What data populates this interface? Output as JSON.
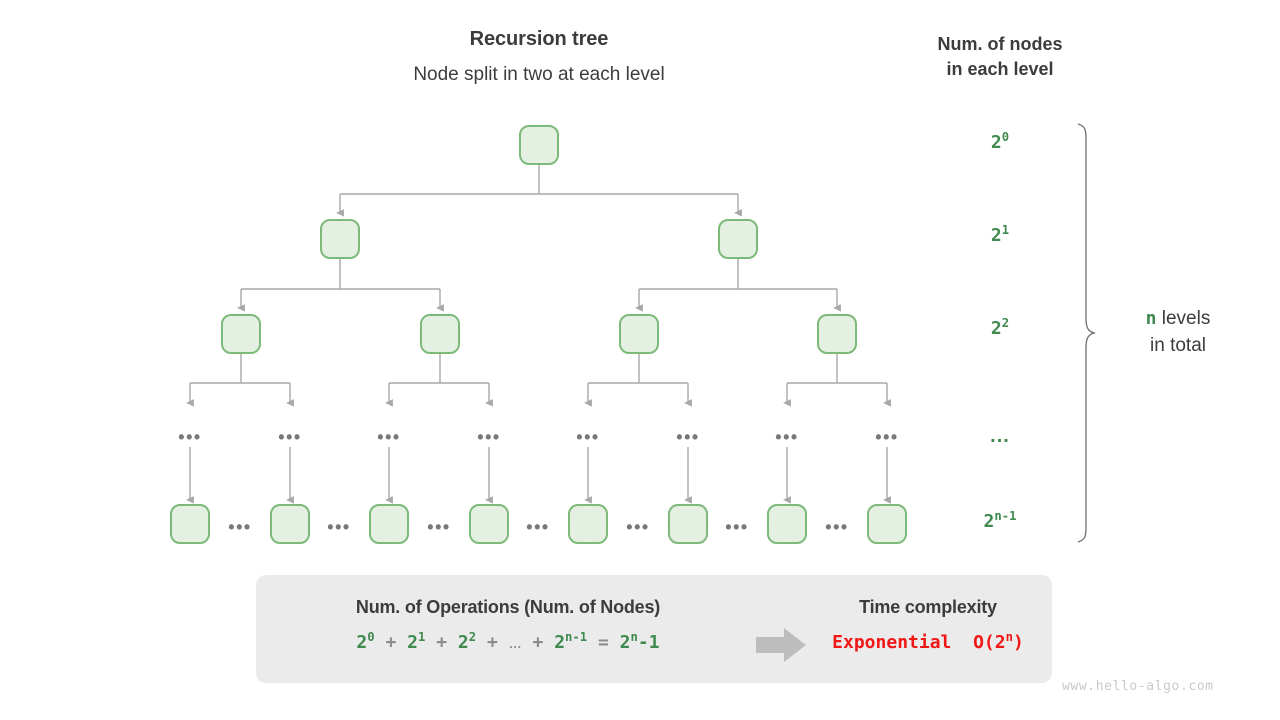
{
  "header": {
    "title": "Recursion tree",
    "subtitle": "Node split in two at each level",
    "side_title_line1": "Num. of nodes",
    "side_title_line2": "in each level"
  },
  "colors": {
    "node_fill": "#e4f0e2",
    "node_stroke": "#7dba7a",
    "connector": "#a8a8a8",
    "green_text": "#3f8a4e",
    "red_text": "#f21717",
    "dark_text": "#3c3c3c",
    "panel_bg": "#ebebeb",
    "muted": "#8a8d90",
    "watermark": "#c9c9c9"
  },
  "level_labels": [
    {
      "base": "2",
      "exp": "0",
      "is_dots": false,
      "text": "2"
    },
    {
      "base": "2",
      "exp": "1",
      "is_dots": false,
      "text": "2"
    },
    {
      "base": "2",
      "exp": "2",
      "is_dots": false,
      "text": "2"
    },
    {
      "base": "...",
      "exp": "",
      "is_dots": true,
      "text": "..."
    },
    {
      "base": "2",
      "exp": "n-1",
      "is_dots": false,
      "text": "2"
    }
  ],
  "total_levels": {
    "var": "n",
    "label_line1": "levels",
    "label_line2": "in total"
  },
  "tree": {
    "levels": [
      {
        "index": 0,
        "node_count": 1,
        "centers": [
          539
        ]
      },
      {
        "index": 1,
        "node_count": 2,
        "centers": [
          340,
          738
        ]
      },
      {
        "index": 2,
        "node_count": 4,
        "centers": [
          241,
          440,
          639,
          837
        ]
      },
      {
        "index": 3,
        "node_count": 8,
        "is_ellipsis_row": true,
        "centers": [
          190,
          290,
          389,
          489,
          588,
          688,
          787,
          887
        ]
      },
      {
        "index": 4,
        "node_count": 8,
        "centers": [
          190,
          290,
          389,
          489,
          588,
          688,
          787,
          887
        ]
      }
    ],
    "ellipsis_glyph": "•••",
    "bottom_gap_dots_centers": [
      240,
      339,
      439,
      538,
      638,
      737,
      837
    ]
  },
  "summary": {
    "left_heading": "Num. of Operations (Num. of Nodes)",
    "formula": {
      "terms": [
        {
          "base": "2",
          "exp": "0"
        },
        {
          "base": "2",
          "exp": "1"
        },
        {
          "base": "2",
          "exp": "2"
        }
      ],
      "plus": "+",
      "mid_dots": "…",
      "last_term": {
        "base": "2",
        "exp": "n-1"
      },
      "equals": "=",
      "result": {
        "base": "2",
        "exp": "n",
        "suffix": "-1"
      }
    },
    "arrow_icon": "right-arrow-icon",
    "right_heading": "Time complexity",
    "complexity_name": "Exponential",
    "complexity_notation": {
      "prefix": "O(2",
      "exp": "n",
      "suffix": ")"
    }
  },
  "watermark": "www.hello-algo.com"
}
